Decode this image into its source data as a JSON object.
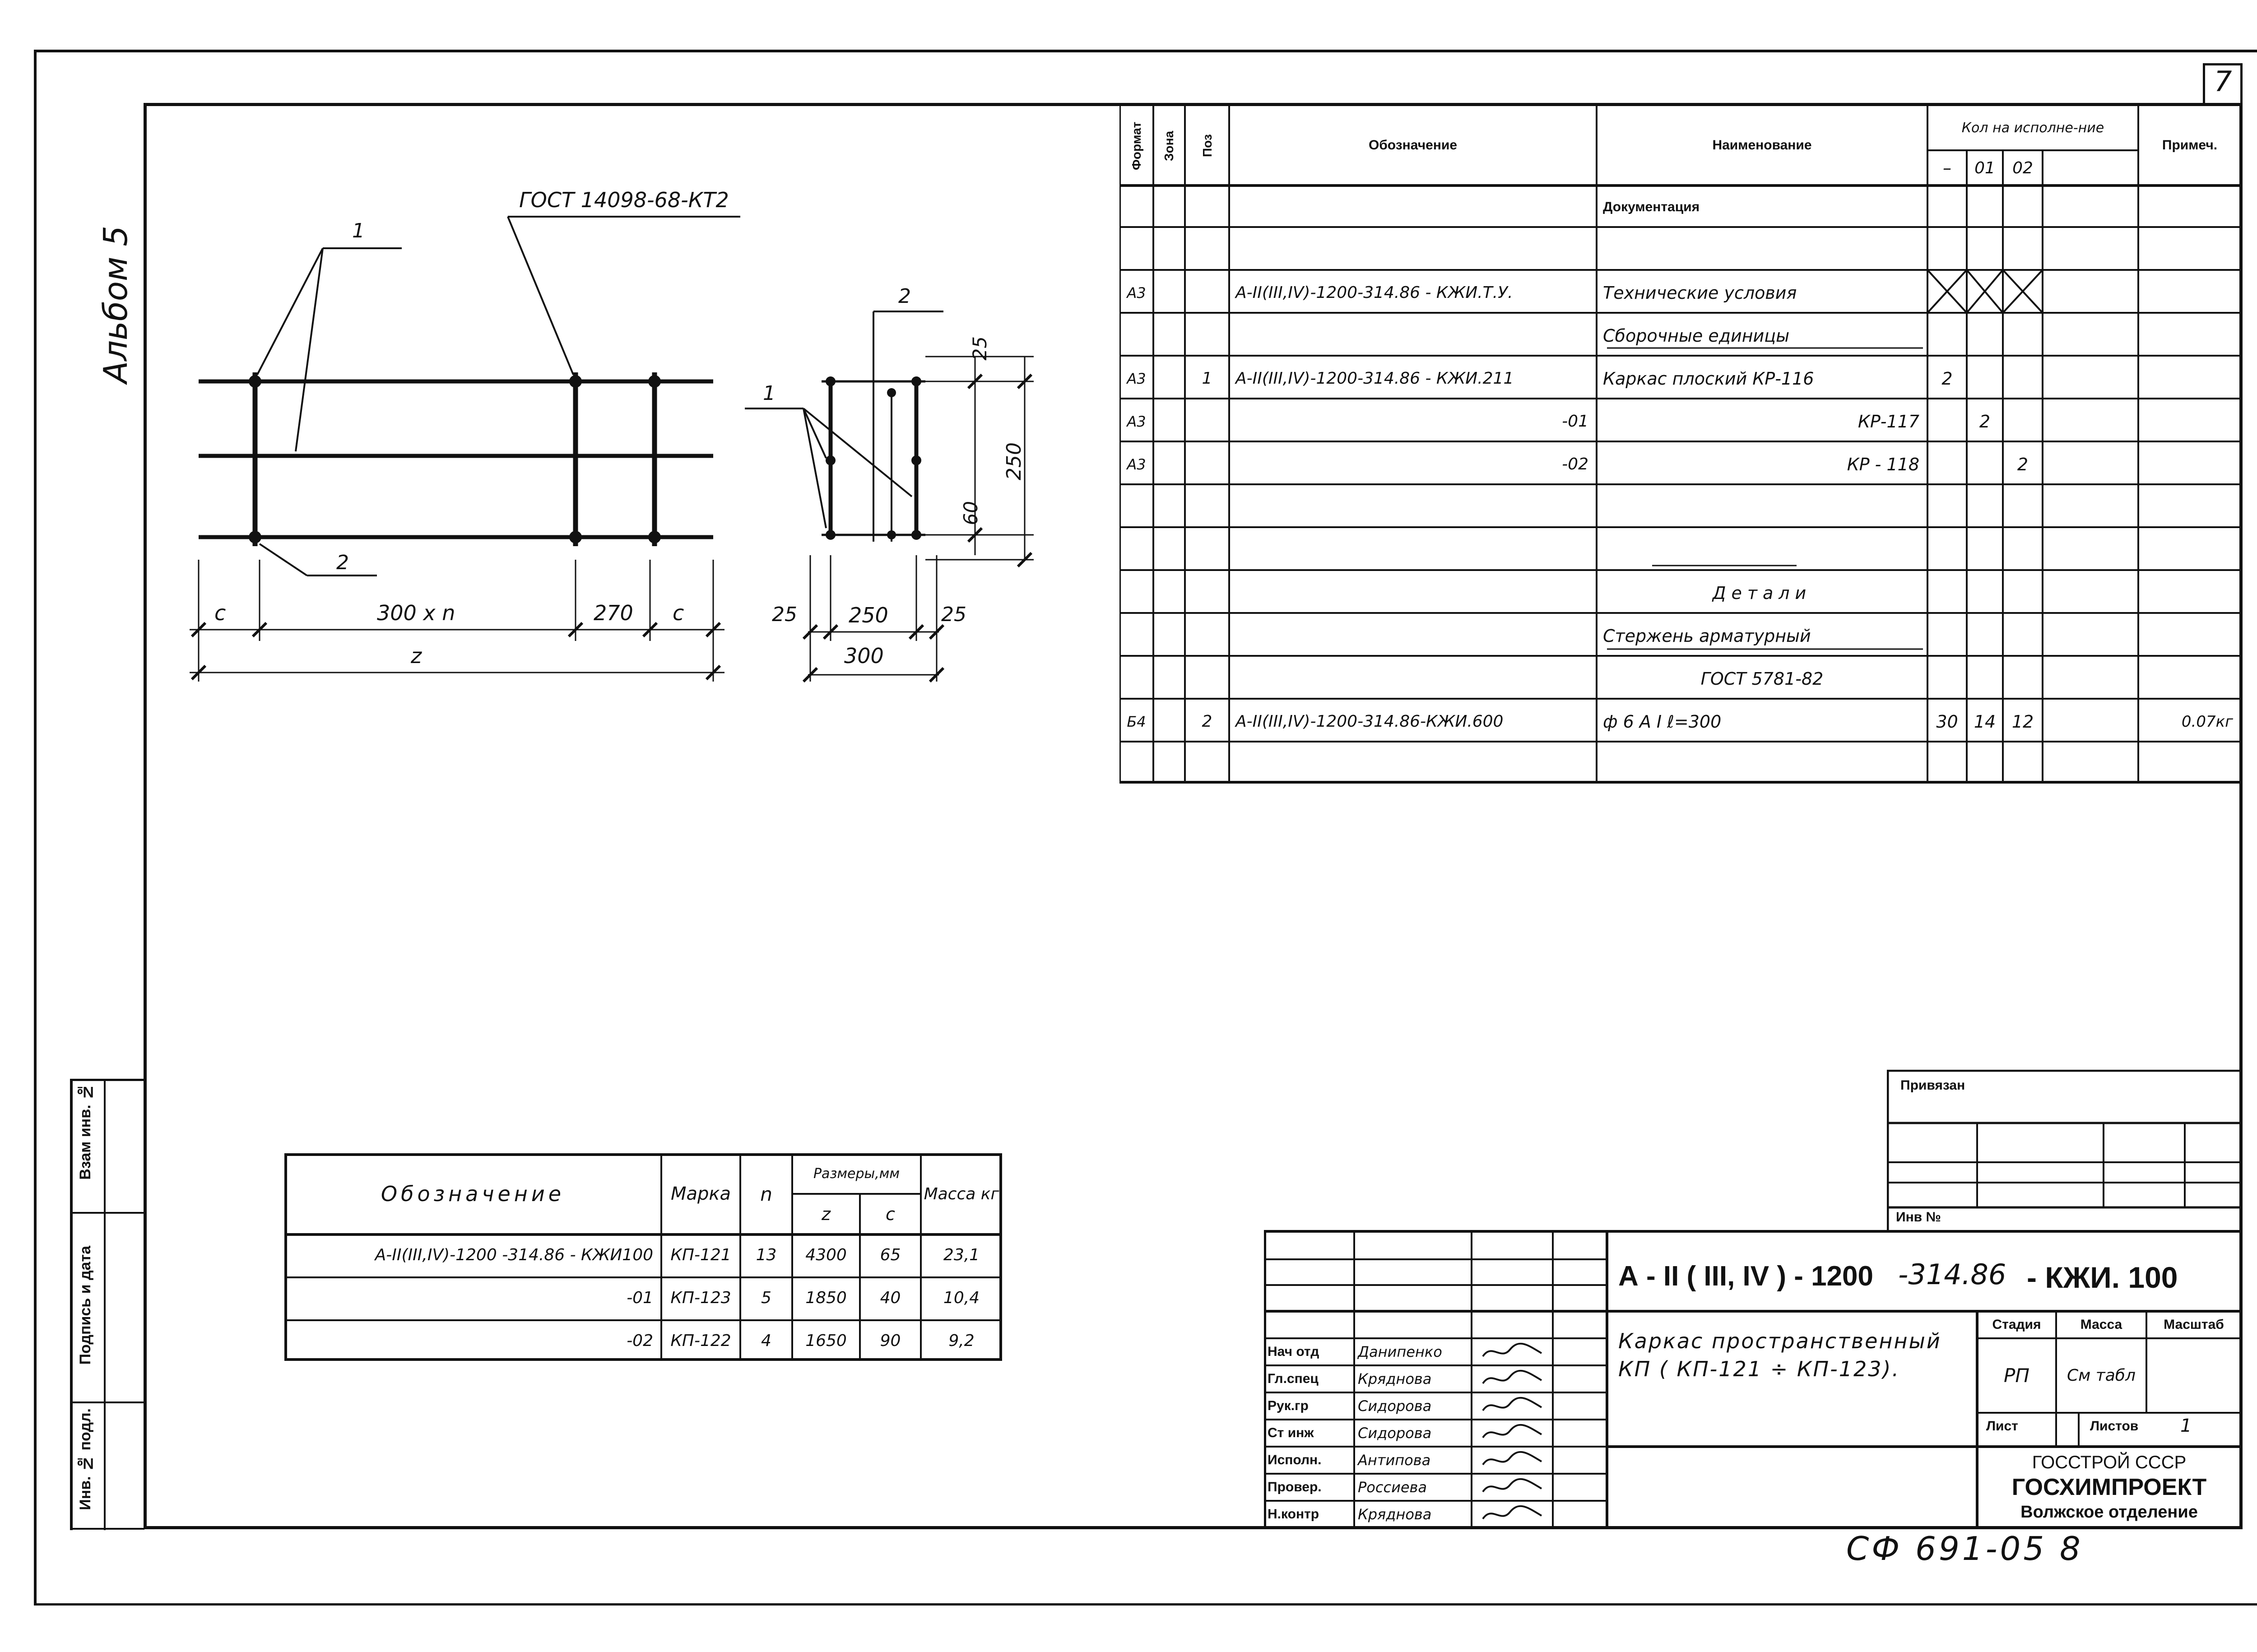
{
  "sheet": {
    "page_number": "7",
    "album": "Альбом 5",
    "footer_code": "СФ 691-05 8"
  },
  "side_stamp": {
    "inv_no_podl": "Инв. № подл.",
    "podpis_data": "Подпись и дата",
    "vzam_inv": "Взам инв. №"
  },
  "drawing": {
    "gost_label": "ГОСТ 14098-68-КТ2",
    "leader_1": "1",
    "leader_2": "2",
    "dim_c": "с",
    "dim_300n": "300 х n",
    "dim_270": "270",
    "dim_z": "z",
    "sec_leader_1": "1",
    "sec_leader_2": "2",
    "dim_25a": "25",
    "dim_250": "250",
    "dim_25b": "25",
    "dim_300": "300",
    "dim_25_top": "25",
    "dim_250_height": "250",
    "dim_60": "60"
  },
  "spec_table": {
    "headers": {
      "format": "Формат",
      "zona": "Зона",
      "poz": "Поз",
      "oboznachenie": "Обозначение",
      "naimenovanie": "Наименование",
      "kol": "Кол на исполне-ние",
      "kol_dash": "–",
      "kol_01": "01",
      "kol_02": "02",
      "primech": "Примеч."
    },
    "rows": [
      {
        "format": "",
        "poz": "",
        "obozn": "",
        "naim": "Документация",
        "q0": "",
        "q1": "",
        "q2": "",
        "prim": ""
      },
      {
        "format": "",
        "poz": "",
        "obozn": "",
        "naim": "",
        "q0": "",
        "q1": "",
        "q2": "",
        "prim": ""
      },
      {
        "format": "А3",
        "poz": "",
        "obozn": "А-II(III,IV)-1200-314.86 -    КЖИ.Т.У.",
        "naim": "Технические условия",
        "q0": "",
        "q1": "",
        "q2": "",
        "prim": ""
      },
      {
        "format": "",
        "poz": "",
        "obozn": "",
        "naim": "Сборочные единицы",
        "q0": "",
        "q1": "",
        "q2": "",
        "prim": ""
      },
      {
        "format": "А3",
        "poz": "1",
        "obozn": "А-II(III,IV)-1200-314.86 -    КЖИ.211",
        "naim": "Каркас плоский   КР-116",
        "q0": "2",
        "q1": "",
        "q2": "",
        "prim": ""
      },
      {
        "format": "А3",
        "poz": "",
        "obozn": "-01",
        "naim": "КР-117",
        "q0": "",
        "q1": "2",
        "q2": "",
        "prim": ""
      },
      {
        "format": "А3",
        "poz": "",
        "obozn": "-02",
        "naim": "КР - 118",
        "q0": "",
        "q1": "",
        "q2": "2",
        "prim": ""
      },
      {
        "format": "",
        "poz": "",
        "obozn": "",
        "naim": "",
        "q0": "",
        "q1": "",
        "q2": "",
        "prim": ""
      },
      {
        "format": "",
        "poz": "",
        "obozn": "",
        "naim": "",
        "q0": "",
        "q1": "",
        "q2": "",
        "prim": ""
      },
      {
        "format": "",
        "poz": "",
        "obozn": "",
        "naim": "Детали",
        "q0": "",
        "q1": "",
        "q2": "",
        "prim": ""
      },
      {
        "format": "",
        "poz": "",
        "obozn": "",
        "naim": "Стержень   арматурный",
        "q0": "",
        "q1": "",
        "q2": "",
        "prim": ""
      },
      {
        "format": "",
        "poz": "",
        "obozn": "",
        "naim": "ГОСТ   5781-82",
        "q0": "",
        "q1": "",
        "q2": "",
        "prim": ""
      },
      {
        "format": "Б4",
        "poz": "2",
        "obozn": "А-II(III,IV)-1200-314.86-КЖИ.600",
        "naim": "ф 6 А I          ℓ=300",
        "q0": "30",
        "q1": "14",
        "q2": "12",
        "prim": "0.07кг"
      },
      {
        "format": "",
        "poz": "",
        "obozn": "",
        "naim": "",
        "q0": "",
        "q1": "",
        "q2": "",
        "prim": ""
      }
    ]
  },
  "marks_table": {
    "headers": {
      "oboznachenie": "Обозначение",
      "marka": "Марка",
      "n": "n",
      "razmery": "Размеры,мм",
      "z": "z",
      "c": "с",
      "massa": "Масса кг"
    },
    "rows": [
      {
        "obozn": "А-II(III,IV)-1200 -314.86 -  КЖИ100",
        "marka": "КП-121",
        "n": "13",
        "z": "4300",
        "c": "65",
        "massa": "23,1"
      },
      {
        "obozn": "-01",
        "marka": "КП-123",
        "n": "5",
        "z": "1850",
        "c": "40",
        "massa": "10,4"
      },
      {
        "obozn": "-02",
        "marka": "КП-122",
        "n": "4",
        "z": "1650",
        "c": "90",
        "massa": "9,2"
      }
    ]
  },
  "title_block": {
    "privyazan": "Привязан",
    "inv_no": "Инв №",
    "code_main": "А - II ( III, IV ) - 1200",
    "code_suffix": "-314.86",
    "code_doc": "- КЖИ. 100",
    "name": "Каркас пространственный КП ( КП-121 ÷ КП-123).",
    "stadiya_label": "Стадия",
    "massa_label": "Масса",
    "masshtab_label": "Масштаб",
    "stadiya": "РП",
    "massa": "См табл",
    "list_label": "Лист",
    "listov_label": "Листов",
    "listov": "1",
    "org1": "ГОССТРОЙ СССР",
    "org2": "ГОСХИМПРОЕКТ",
    "org3": "Волжское отделение",
    "staff": [
      {
        "role": "Нач отд",
        "name": "Данипенко"
      },
      {
        "role": "Гл.спец",
        "name": "Кряднова"
      },
      {
        "role": "Рук.гр",
        "name": "Сидорова"
      },
      {
        "role": "Ст инж",
        "name": "Сидорова"
      },
      {
        "role": "Исполн.",
        "name": "Антипова"
      },
      {
        "role": "Провер.",
        "name": "Россиева"
      },
      {
        "role": "Н.контр",
        "name": "Кряднова"
      }
    ]
  }
}
